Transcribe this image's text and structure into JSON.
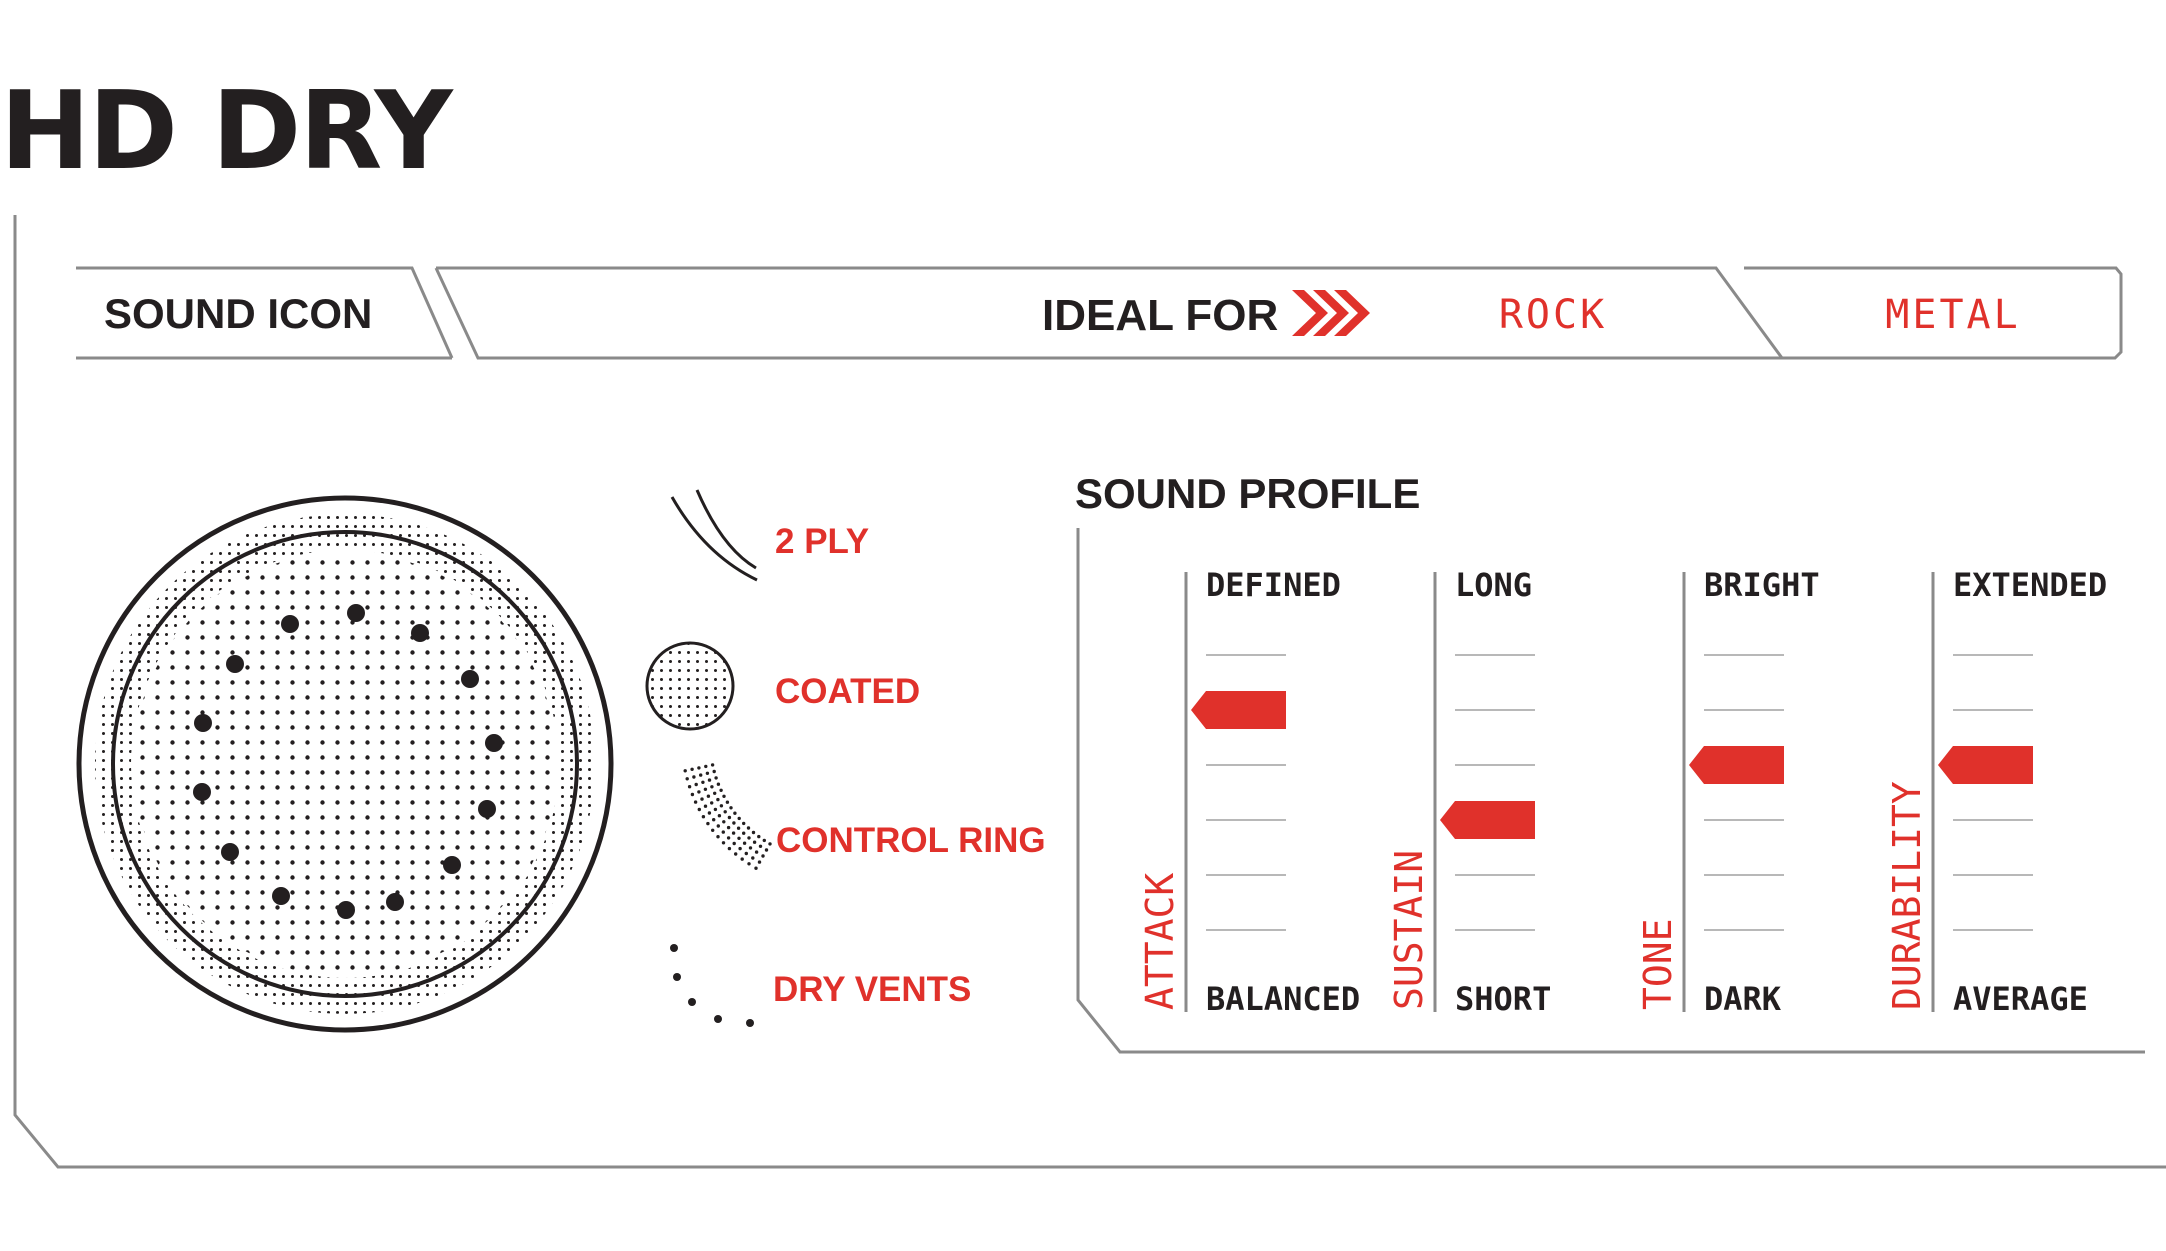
{
  "title": "HD DRY",
  "header": {
    "sound_icon_label": "SOUND ICON",
    "ideal_for_label": "IDEAL FOR",
    "genres": [
      "ROCK",
      "METAL"
    ]
  },
  "legend": [
    {
      "icon": "two-ply-icon",
      "label": "2 PLY"
    },
    {
      "icon": "coated-icon",
      "label": "COATED"
    },
    {
      "icon": "control-ring-icon",
      "label": "CONTROL RING"
    },
    {
      "icon": "dry-vents-icon",
      "label": "DRY VENTS"
    }
  ],
  "sound_profile": {
    "title": "SOUND PROFILE",
    "levels": 6,
    "meters": [
      {
        "name": "ATTACK",
        "top": "DEFINED",
        "bottom": "BALANCED",
        "level": 4
      },
      {
        "name": "SUSTAIN",
        "top": "LONG",
        "bottom": "SHORT",
        "level": 2
      },
      {
        "name": "TONE",
        "top": "BRIGHT",
        "bottom": "DARK",
        "level": 3
      },
      {
        "name": "DURABILITY",
        "top": "EXTENDED",
        "bottom": "AVERAGE",
        "level": 3
      }
    ]
  },
  "colors": {
    "accent": "#e0312b",
    "ink": "#231f20",
    "rule": "#8a8a8a",
    "tick": "#b8b8b8"
  }
}
